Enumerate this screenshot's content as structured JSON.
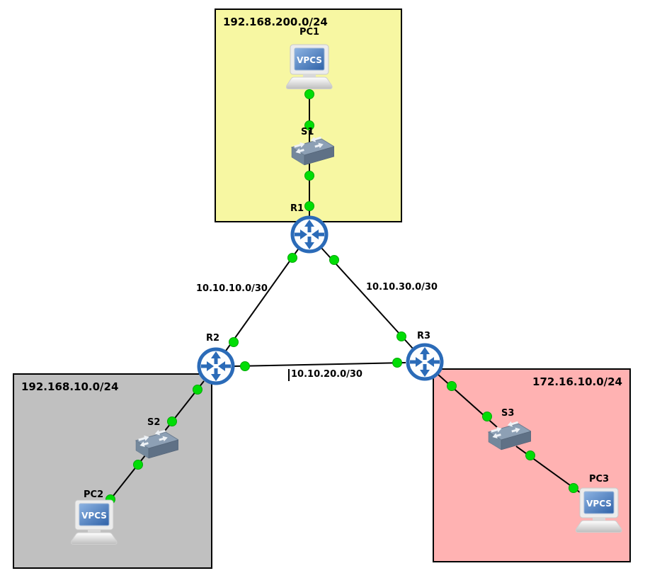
{
  "zones": {
    "top": {
      "label": "192.168.200.0/24",
      "fill": "#f7f7a2"
    },
    "left": {
      "label": "192.168.10.0/24",
      "fill": "#c0c0c0"
    },
    "right": {
      "label": "172.16.10.0/24",
      "fill": "#ffb2b2"
    }
  },
  "devices": {
    "pc1": {
      "label": "PC1",
      "type": "vpcs-host",
      "screen_text": "VPCS"
    },
    "s1": {
      "label": "S1",
      "type": "ethernet-switch"
    },
    "r1": {
      "label": "R1",
      "type": "router"
    },
    "r2": {
      "label": "R2",
      "type": "router"
    },
    "r3": {
      "label": "R3",
      "type": "router"
    },
    "s2": {
      "label": "S2",
      "type": "ethernet-switch"
    },
    "pc2": {
      "label": "PC2",
      "type": "vpcs-host",
      "screen_text": "VPCS"
    },
    "s3": {
      "label": "S3",
      "type": "ethernet-switch"
    },
    "pc3": {
      "label": "PC3",
      "type": "vpcs-host",
      "screen_text": "VPCS"
    }
  },
  "links": {
    "r1_r2": {
      "label": "10.10.10.0/30"
    },
    "r1_r3": {
      "label": "10.10.30.0/30"
    },
    "r2_r3": {
      "label": "10.10.20.0/30"
    }
  },
  "status": {
    "link_up_color": "#00dd06",
    "line_color": "#000000",
    "router_color": "#2b6bb8"
  }
}
